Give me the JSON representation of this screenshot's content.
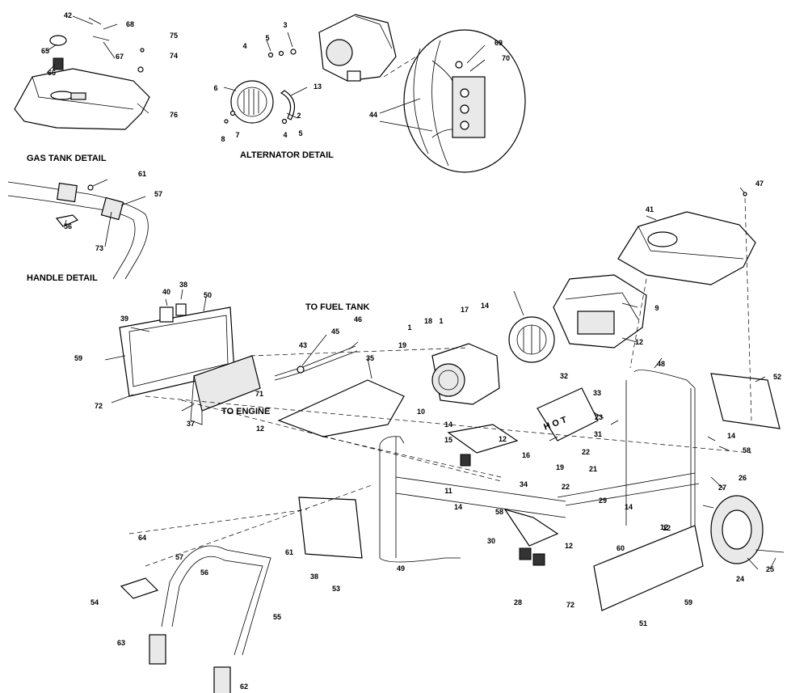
{
  "captions": {
    "gas_tank_detail": "GAS TANK DETAIL",
    "alternator_detail": "ALTERNATOR DETAIL",
    "handle_detail": "HANDLE DETAIL",
    "to_fuel_tank": "TO FUEL TANK",
    "to_engine": "TO ENGINE",
    "hot_label": "H O T"
  },
  "callouts": [
    "42",
    "68",
    "65",
    "67",
    "66",
    "75",
    "74",
    "76",
    "3",
    "5",
    "4",
    "6",
    "13",
    "7",
    "8",
    "2",
    "4",
    "5",
    "69",
    "70",
    "44",
    "61",
    "57",
    "56",
    "73",
    "47",
    "41",
    "40",
    "38",
    "50",
    "39",
    "59",
    "72",
    "37",
    "71",
    "43",
    "45",
    "46",
    "35",
    "12",
    "1",
    "18",
    "17",
    "14",
    "9",
    "12",
    "19",
    "1",
    "32",
    "33",
    "48",
    "52",
    "10",
    "14",
    "15",
    "11",
    "12",
    "23",
    "31",
    "22",
    "16",
    "19",
    "21",
    "34",
    "22",
    "14",
    "58",
    "29",
    "14",
    "12",
    "26",
    "27",
    "14",
    "58",
    "30",
    "12",
    "60",
    "24",
    "25",
    "64",
    "61",
    "57",
    "56",
    "54",
    "63",
    "55",
    "62",
    "38",
    "53",
    "49",
    "28",
    "72",
    "51",
    "59",
    "12"
  ]
}
